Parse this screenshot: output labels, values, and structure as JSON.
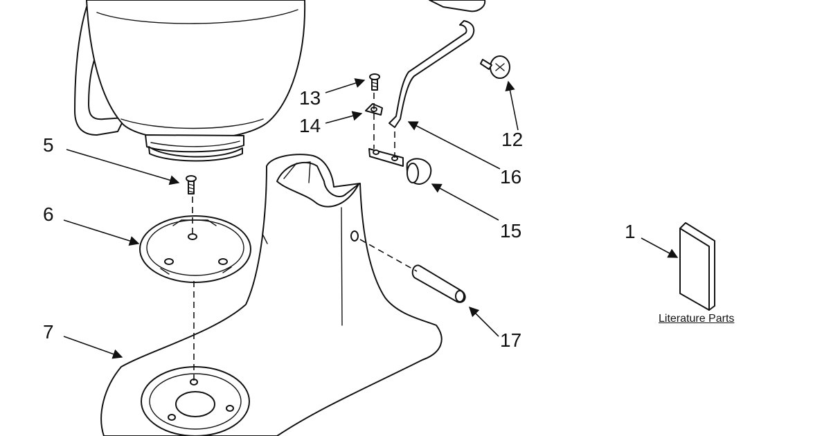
{
  "callouts": {
    "c1": "1",
    "c5": "5",
    "c6": "6",
    "c7": "7",
    "c12": "12",
    "c13": "13",
    "c14": "14",
    "c15": "15",
    "c16": "16",
    "c17": "17"
  },
  "literature_label": "Literature Parts"
}
